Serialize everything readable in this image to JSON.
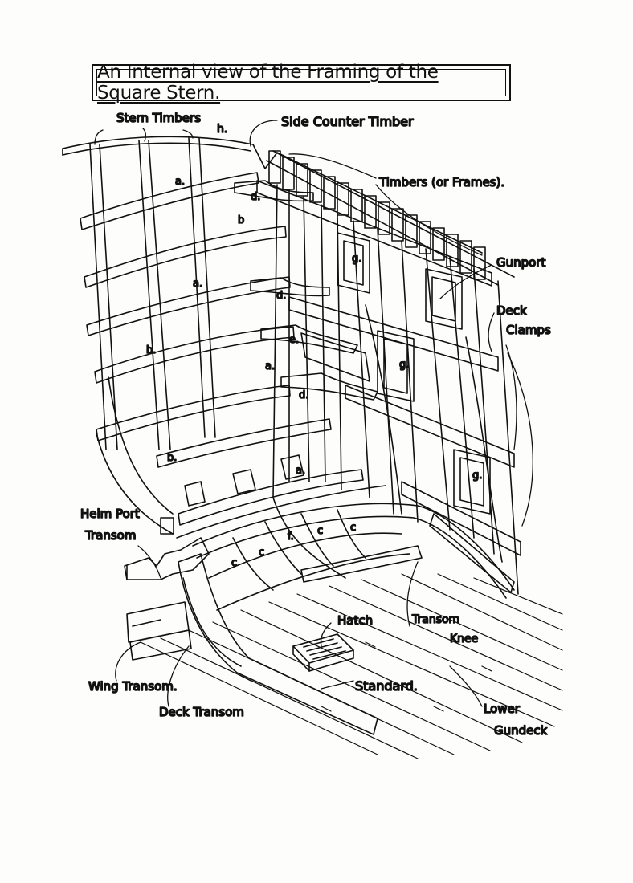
{
  "title": "An Internal view of the Framing of the Square Stern.",
  "labels": {
    "stern_timbers": "Stern Timbers",
    "h": "h.",
    "side_counter_timber": "Side Counter Timber",
    "timbers_frames": "Timbers (or Frames).",
    "gunport": "Gunport",
    "deck_clamps_1": "Deck",
    "deck_clamps_2": "Clamps",
    "helm_port_1": "Helm Port",
    "helm_port_2": "Transom",
    "hatch": "Hatch",
    "transom_knee_1": "Transom",
    "transom_knee_2": "Knee",
    "standard": "Standard.",
    "wing_transom": "Wing Transom.",
    "deck_transom": "Deck Transom",
    "lower_gundeck_1": "Lower",
    "lower_gundeck_2": "Gundeck"
  },
  "letters": {
    "a": "a.",
    "b": "b",
    "b2": "b.",
    "c": "c",
    "d": "d.",
    "e": "e.",
    "f": "f.",
    "g": "g."
  },
  "colors": {
    "ink": "#111111",
    "paper": "#fdfdfc"
  }
}
